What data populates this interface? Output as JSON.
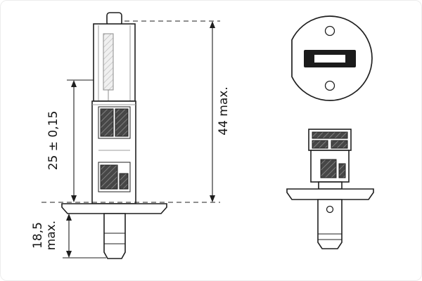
{
  "dimensions": {
    "filament_to_flange": "25 ± 0,15",
    "overall_max": "44 max.",
    "base_max_line1": "18,5",
    "base_max_line2": "max."
  },
  "colors": {
    "line": "#1f1f1f",
    "background": "#ffffff",
    "hatch_dark": "#4a4a4a",
    "hatch_light": "#f0f0f0"
  }
}
